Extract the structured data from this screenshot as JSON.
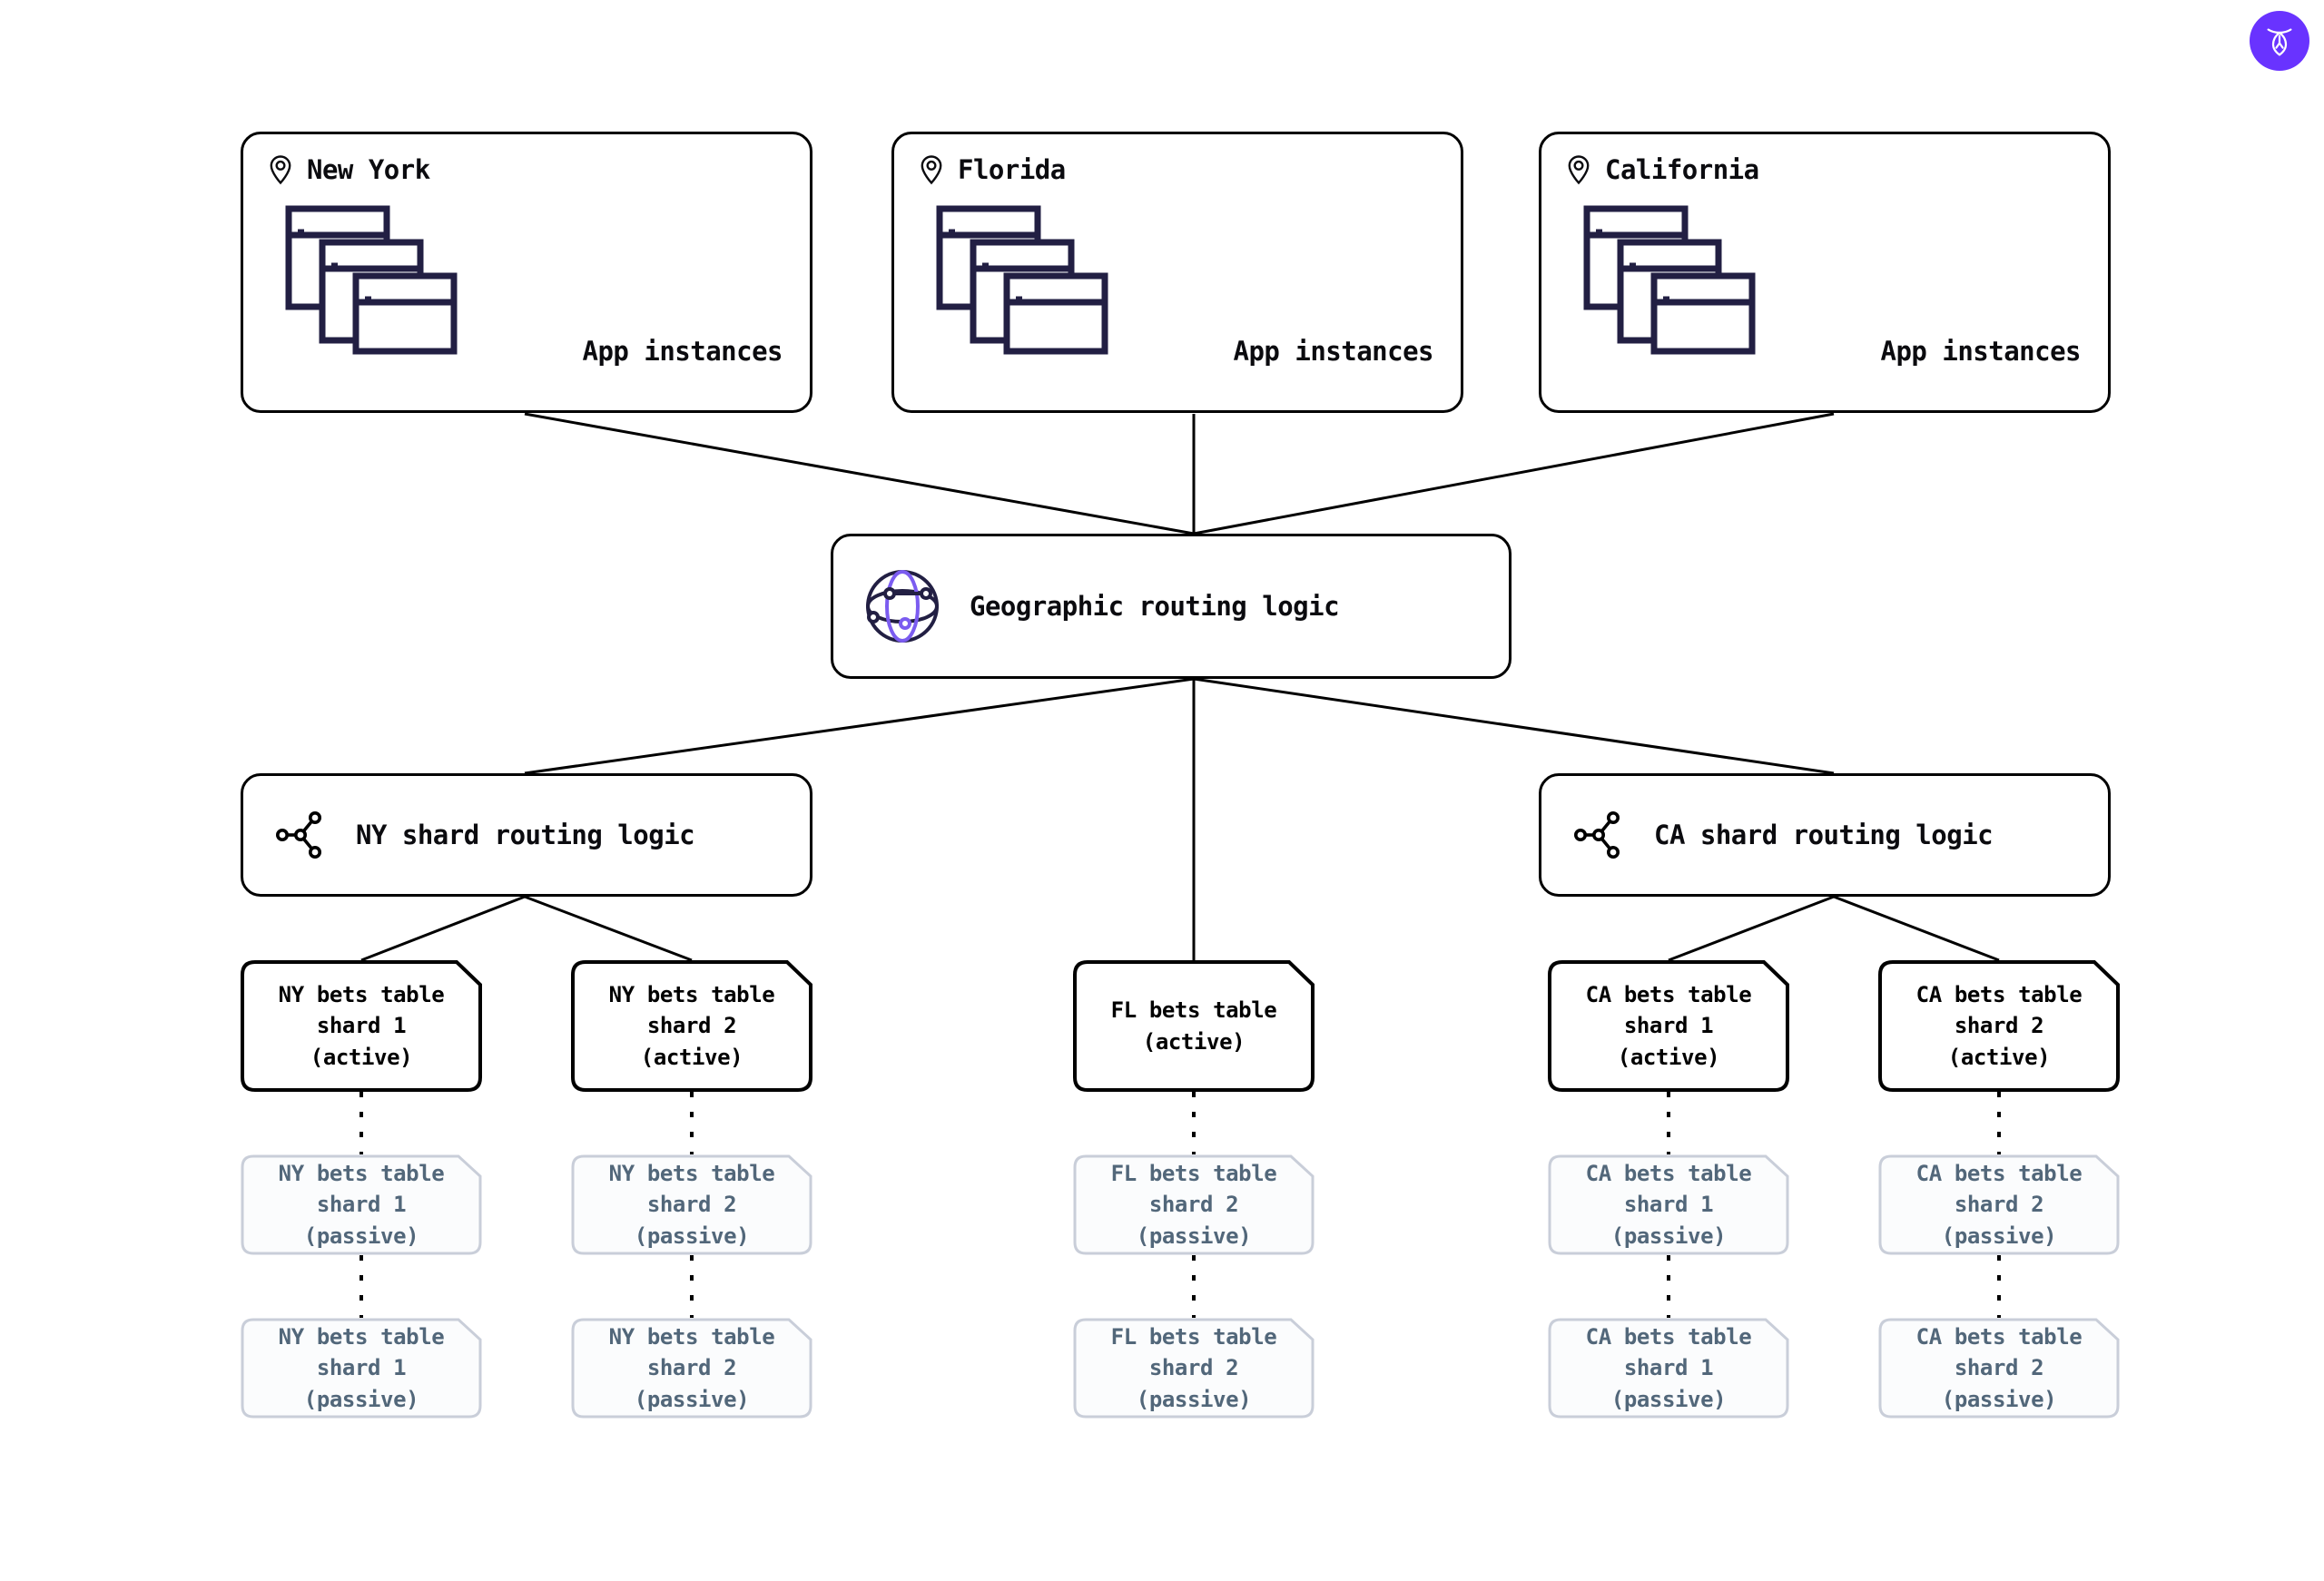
{
  "brand": {
    "logo_icon": "cockroachdb-logo-icon",
    "accent": "#6933FF"
  },
  "theme": {
    "background": "#FFFFFF",
    "stroke": "#000000",
    "icon_navy": "#221F43",
    "accent_purple": "#7B5CF0",
    "passive_text": "#52677A",
    "passive_border": "#C9CEDA"
  },
  "regions": [
    {
      "name": "New York",
      "pin_icon": "location-pin-icon",
      "stack_icon": "app-instances-icon",
      "caption": "App instances"
    },
    {
      "name": "Florida",
      "pin_icon": "location-pin-icon",
      "stack_icon": "app-instances-icon",
      "caption": "App instances"
    },
    {
      "name": "California",
      "pin_icon": "location-pin-icon",
      "stack_icon": "app-instances-icon",
      "caption": "App instances"
    }
  ],
  "geo_router": {
    "label": "Geographic routing logic",
    "icon": "globe-icon"
  },
  "shard_routers": [
    {
      "label": "NY shard routing logic",
      "icon": "share-network-icon"
    },
    {
      "label": "CA shard routing logic",
      "icon": "share-network-icon"
    }
  ],
  "shards": {
    "ny1": {
      "active": {
        "l1": "NY bets table",
        "l2": "shard 1",
        "l3": "(active)"
      },
      "passive1": {
        "l1": "NY bets table",
        "l2": "shard 1",
        "l3": "(passive)"
      },
      "passive2": {
        "l1": "NY bets table",
        "l2": "shard 1",
        "l3": "(passive)"
      }
    },
    "ny2": {
      "active": {
        "l1": "NY bets table",
        "l2": "shard 2",
        "l3": "(active)"
      },
      "passive1": {
        "l1": "NY bets table",
        "l2": "shard 2",
        "l3": "(passive)"
      },
      "passive2": {
        "l1": "NY bets table",
        "l2": "shard 2",
        "l3": "(passive)"
      }
    },
    "fl": {
      "active": {
        "l1": "FL bets table",
        "l2": "",
        "l3": "(active)"
      },
      "passive1": {
        "l1": "FL bets table",
        "l2": "shard 2",
        "l3": "(passive)"
      },
      "passive2": {
        "l1": "FL bets table",
        "l2": "shard 2",
        "l3": "(passive)"
      }
    },
    "ca1": {
      "active": {
        "l1": "CA bets table",
        "l2": "shard 1",
        "l3": "(active)"
      },
      "passive1": {
        "l1": "CA bets table",
        "l2": "shard 1",
        "l3": "(passive)"
      },
      "passive2": {
        "l1": "CA bets table",
        "l2": "shard 1",
        "l3": "(passive)"
      }
    },
    "ca2": {
      "active": {
        "l1": "CA bets table",
        "l2": "shard 2",
        "l3": "(active)"
      },
      "passive1": {
        "l1": "CA bets table",
        "l2": "shard 2",
        "l3": "(passive)"
      },
      "passive2": {
        "l1": "CA bets table",
        "l2": "shard 2",
        "l3": "(passive)"
      }
    }
  }
}
